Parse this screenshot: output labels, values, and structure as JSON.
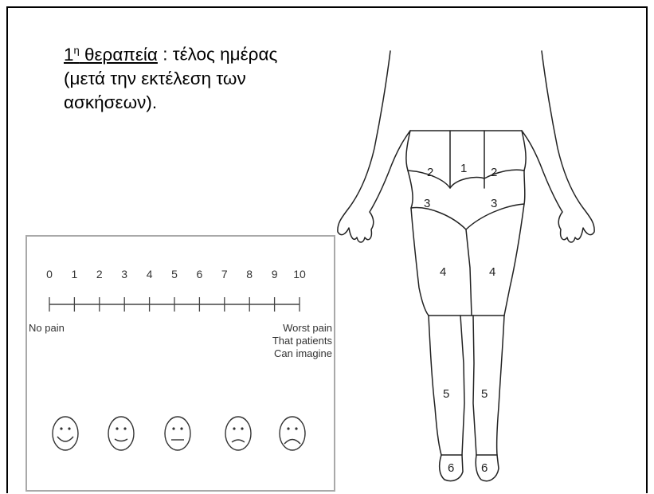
{
  "heading": {
    "number": "1",
    "superscript": "η",
    "underlined_word": "θεραπεία",
    "separator": " : ",
    "line1_rest": "τέλος ημέρας",
    "line2": "(μετά την εκτέλεση των",
    "line3": "ασκήσεων)."
  },
  "pain_scale": {
    "numbers": [
      "0",
      "1",
      "2",
      "3",
      "4",
      "5",
      "6",
      "7",
      "8",
      "9",
      "10"
    ],
    "left_label": "No pain",
    "right_label_lines": [
      "Worst pain",
      "That patients",
      "Can imagine"
    ],
    "faces": [
      "smile-big",
      "smile",
      "neutral",
      "frown",
      "frown-big"
    ]
  },
  "body_chart": {
    "regions": {
      "r1": "1",
      "r2_left": "2",
      "r2_right": "2",
      "r3_left": "3",
      "r3_right": "3",
      "r4_left": "4",
      "r4_right": "4",
      "r5_left": "5",
      "r5_right": "5",
      "r6_left": "6",
      "r6_right": "6"
    }
  }
}
